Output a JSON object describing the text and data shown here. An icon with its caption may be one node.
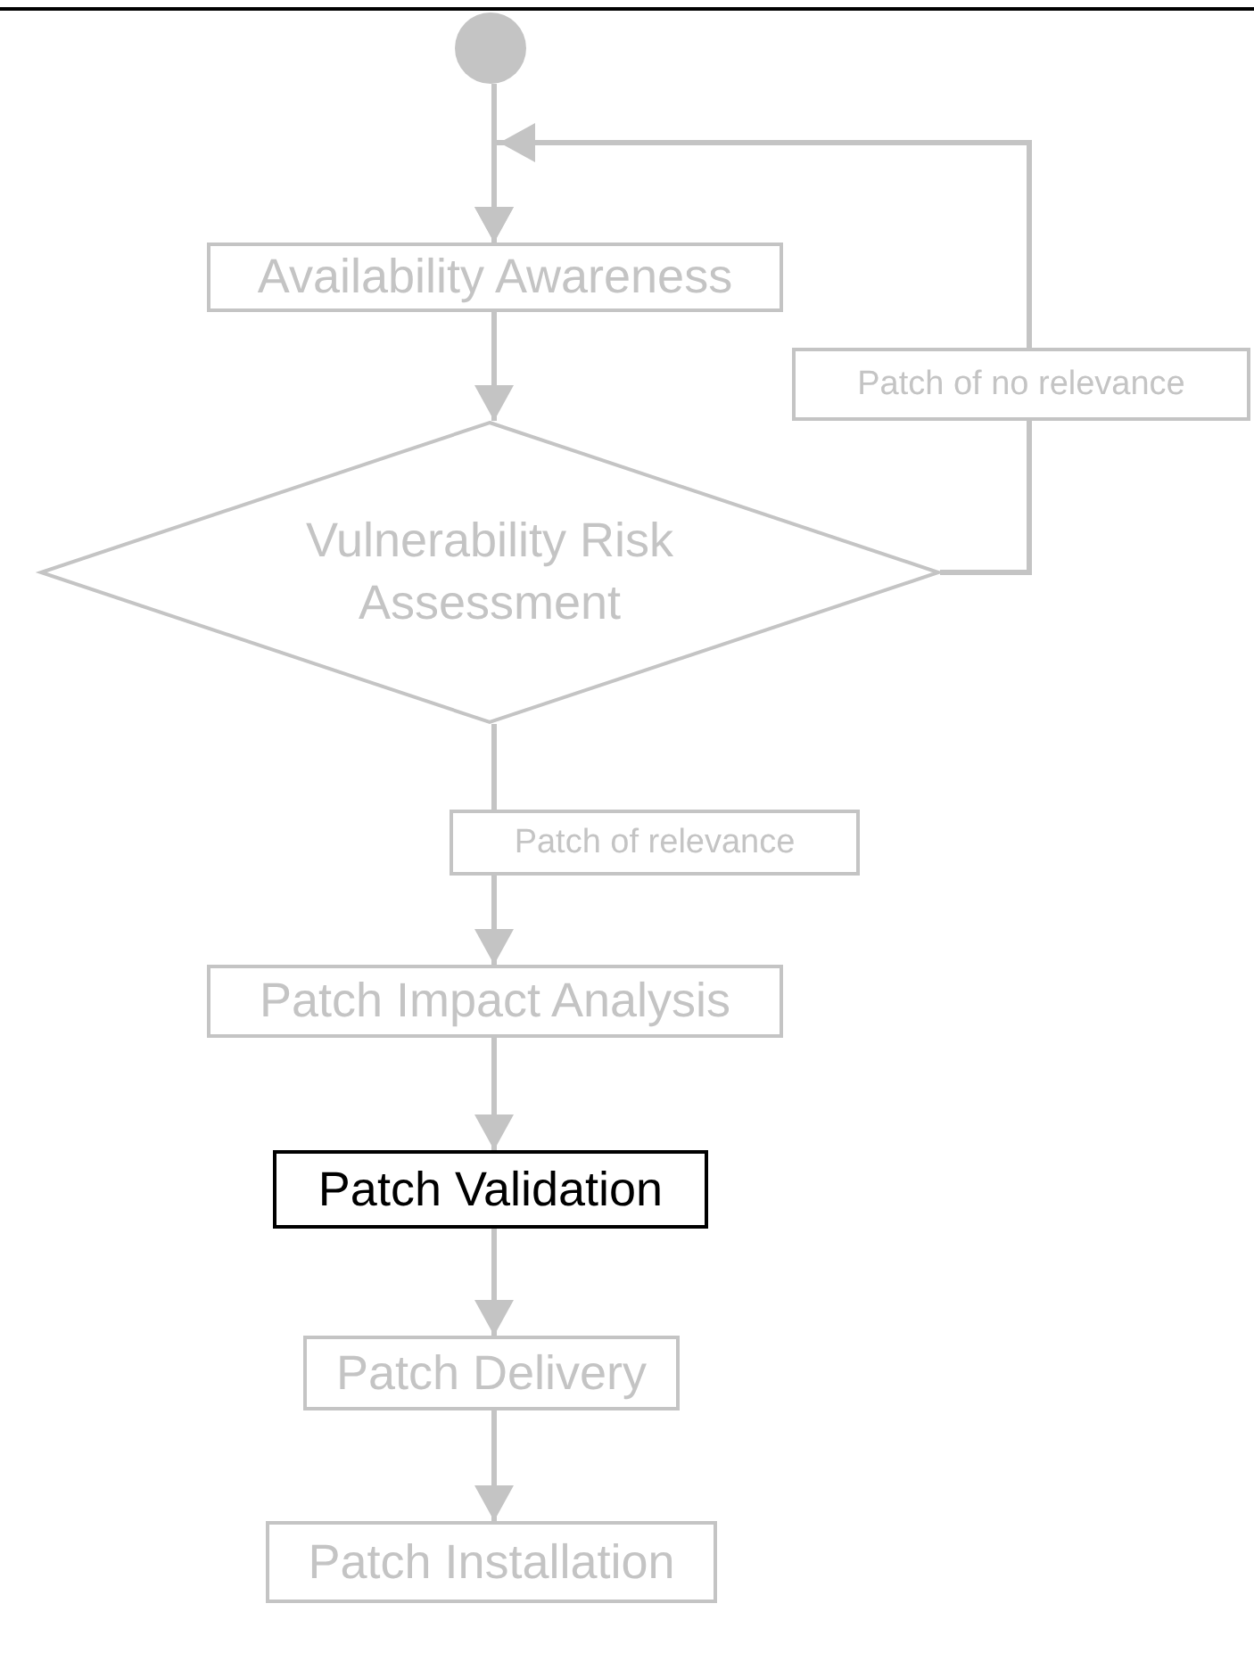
{
  "diagram": {
    "nodes": [
      {
        "text": [],
        "shape": "circle"
      },
      {
        "text": [
          "Availability Awareness"
        ]
      },
      {
        "text": [
          "Patch of no relevance"
        ]
      },
      {
        "text": [
          "Vulnerability Risk Assessment"
        ]
      },
      {
        "text": [
          "Patch of relevance"
        ]
      },
      {
        "text": [
          "Patch Impact Analysis"
        ]
      },
      {
        "text": [
          "Patch Validation"
        ]
      },
      {
        "text": [
          "Patch Delivery"
        ]
      },
      {
        "text": [
          "Patch Installation"
        ]
      }
    ],
    "edges": [
      {
        "from": 0,
        "to": 1,
        "arrow": "to"
      },
      {
        "from": 1,
        "to": 3,
        "arrow": "to"
      },
      {
        "from": 3,
        "to": 2,
        "arrow": "none"
      },
      {
        "from": 2,
        "to": 1,
        "arrow": "to"
      },
      {
        "from": 3,
        "to": 4,
        "arrow": "none"
      },
      {
        "from": 4,
        "to": 5,
        "arrow": "to"
      },
      {
        "from": 5,
        "to": 6,
        "arrow": "to"
      },
      {
        "from": 6,
        "to": 7,
        "arrow": "to"
      },
      {
        "from": 7,
        "to": 8,
        "arrow": "to"
      }
    ]
  }
}
